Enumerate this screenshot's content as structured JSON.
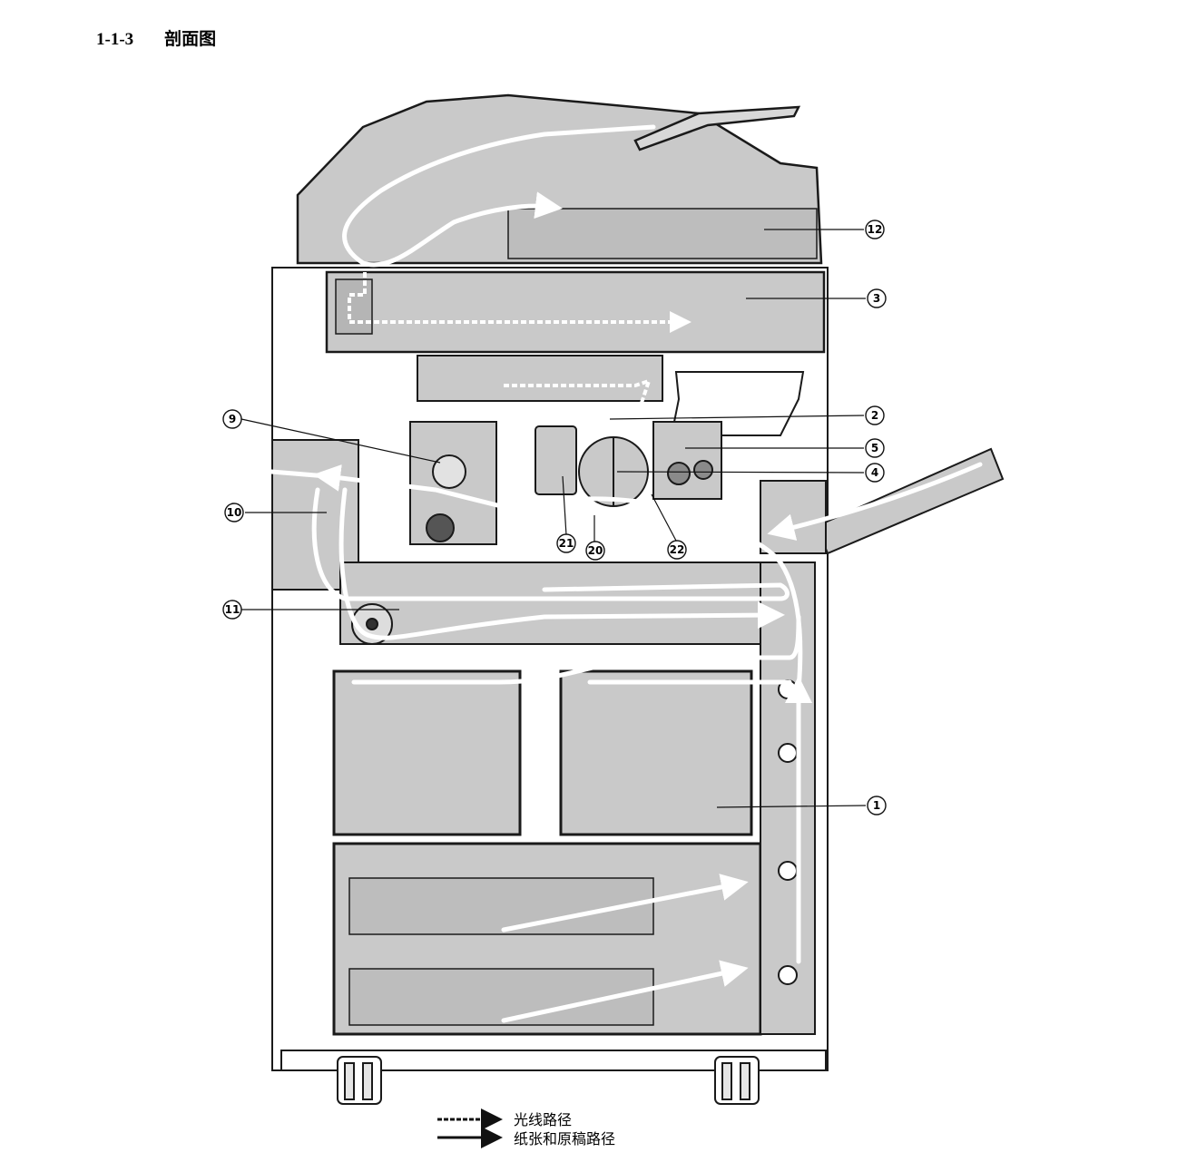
{
  "heading": {
    "section_number": "1-1-3",
    "title": "剖面图"
  },
  "callouts": [
    {
      "id": "c12",
      "label": "12"
    },
    {
      "id": "c3",
      "label": "3"
    },
    {
      "id": "c2",
      "label": "2"
    },
    {
      "id": "c5",
      "label": "5"
    },
    {
      "id": "c4",
      "label": "4"
    },
    {
      "id": "c9",
      "label": "9"
    },
    {
      "id": "c10",
      "label": "10"
    },
    {
      "id": "c11",
      "label": "11"
    },
    {
      "id": "c21",
      "label": "21"
    },
    {
      "id": "c20",
      "label": "20"
    },
    {
      "id": "c22",
      "label": "22"
    },
    {
      "id": "c1",
      "label": "1"
    }
  ],
  "legend": {
    "light_path": "光线路径",
    "paper_path": "纸张和原稿路径"
  },
  "colors": {
    "machine_fill": "#c9c9c9",
    "outline": "#1a1a1a",
    "path": "#ffffff"
  }
}
